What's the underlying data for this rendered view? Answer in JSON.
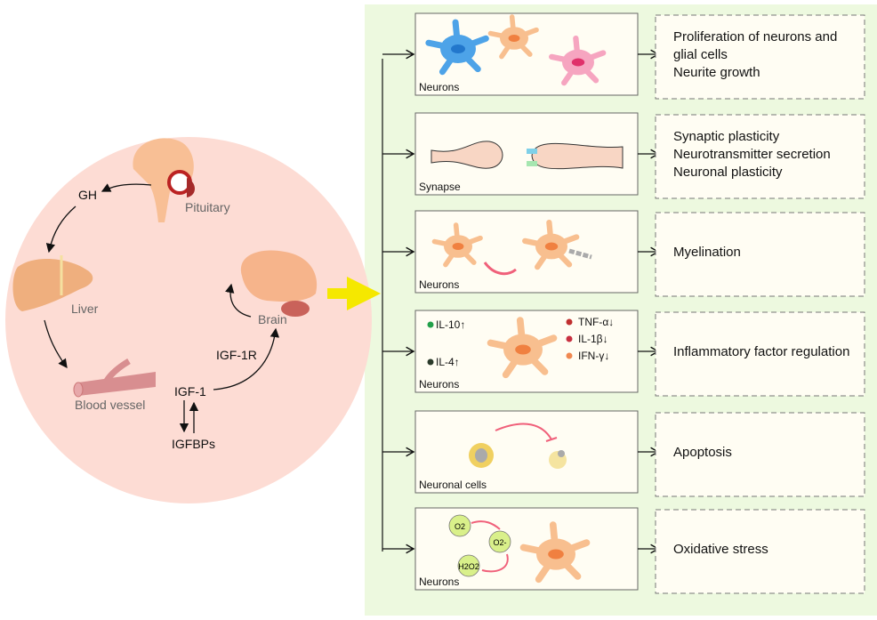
{
  "cycle": {
    "gh": "GH",
    "pituitary": "Pituitary",
    "liver": "Liver",
    "blood_vessel": "Blood vessel",
    "brain": "Brain",
    "igf1r": "IGF-1R",
    "igf1": "IGF-1",
    "igfbps": "IGFBPs"
  },
  "colors": {
    "circle": "#fddcd4",
    "panel": "#edf9df",
    "box": "#fffdf3",
    "arrow": "#f5e800",
    "neuron": "#f8bf8f",
    "inhibit": "#f0607a"
  },
  "effects": [
    {
      "label": "Neurons",
      "outcome": [
        "Proliferation of neurons and",
        "glial cells",
        "Neurite growth"
      ]
    },
    {
      "label": "Synapse",
      "outcome": [
        "Synaptic plasticity",
        "Neurotransmitter secretion",
        "Neuronal plasticity"
      ]
    },
    {
      "label": "Neurons",
      "outcome": [
        "Myelination"
      ]
    },
    {
      "label": "Neurons",
      "outcome": [
        "Inflammatory factor regulation"
      ],
      "markers_up": [
        "IL-10↑",
        "IL-4↑"
      ],
      "markers_down": [
        "TNF-α↓",
        "IL-1β↓",
        "IFN-γ↓"
      ]
    },
    {
      "label": "Neuronal cells",
      "outcome": [
        "Apoptosis"
      ]
    },
    {
      "label": "Neurons",
      "outcome": [
        "Oxidative stress"
      ],
      "molecules": [
        "O2",
        "O2-",
        "H2O2"
      ]
    }
  ]
}
